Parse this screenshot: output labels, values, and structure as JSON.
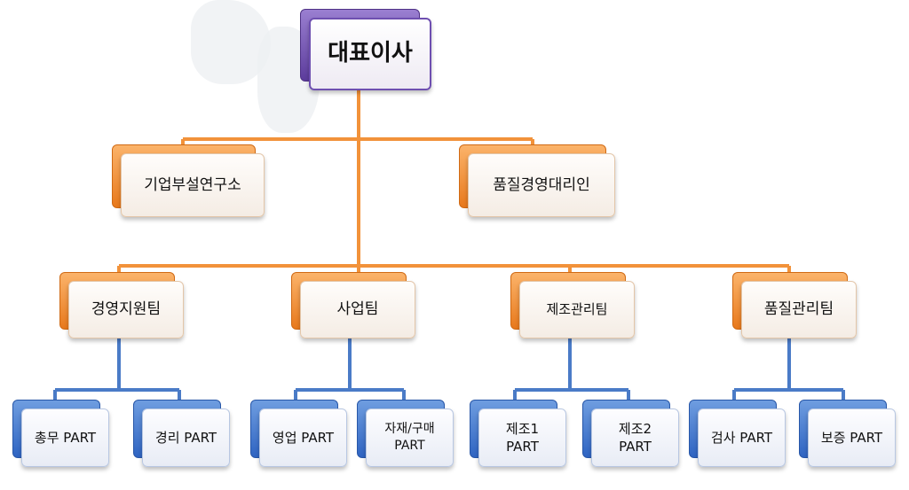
{
  "ceo": {
    "label": "대표이사"
  },
  "support": [
    {
      "label": "기업부설연구소"
    },
    {
      "label": "품질경영대리인"
    }
  ],
  "teams": [
    {
      "label": "경영지원팀",
      "parts": [
        "총무 PART",
        "경리 PART"
      ]
    },
    {
      "label": "사업팀",
      "parts": [
        "영업 PART",
        "자재/구매\nPART"
      ]
    },
    {
      "label": "제조관리팀",
      "parts": [
        "제조1\nPART",
        "제조2\nPART"
      ]
    },
    {
      "label": "품질관리팀",
      "parts": [
        "검사 PART",
        "보증 PART"
      ]
    }
  ],
  "colors": {
    "ceo_accent": "#6e4fb0",
    "team_accent": "#f08c2c",
    "part_accent": "#3b6fc8",
    "connector_orange": "#f2923a",
    "connector_blue": "#4a7bc7"
  }
}
